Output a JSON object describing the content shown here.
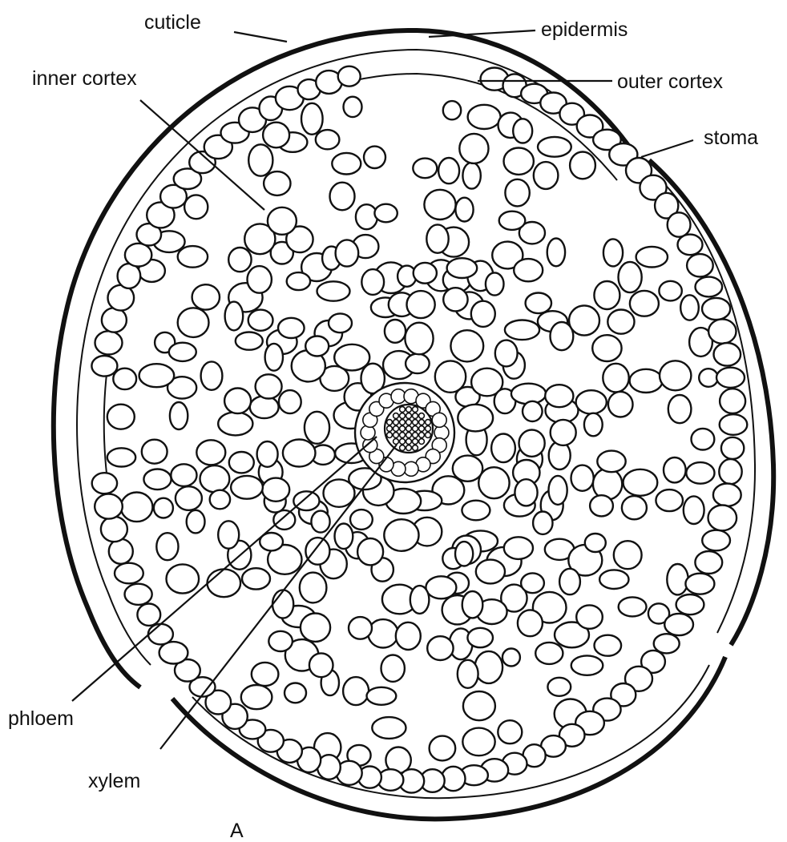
{
  "figure": {
    "panel_label": "A",
    "labels": {
      "cuticle": "cuticle",
      "epidermis": "epidermis",
      "inner_cortex": "inner cortex",
      "outer_cortex": "outer cortex",
      "stoma": "stoma",
      "phloem": "phloem",
      "xylem": "xylem"
    }
  }
}
